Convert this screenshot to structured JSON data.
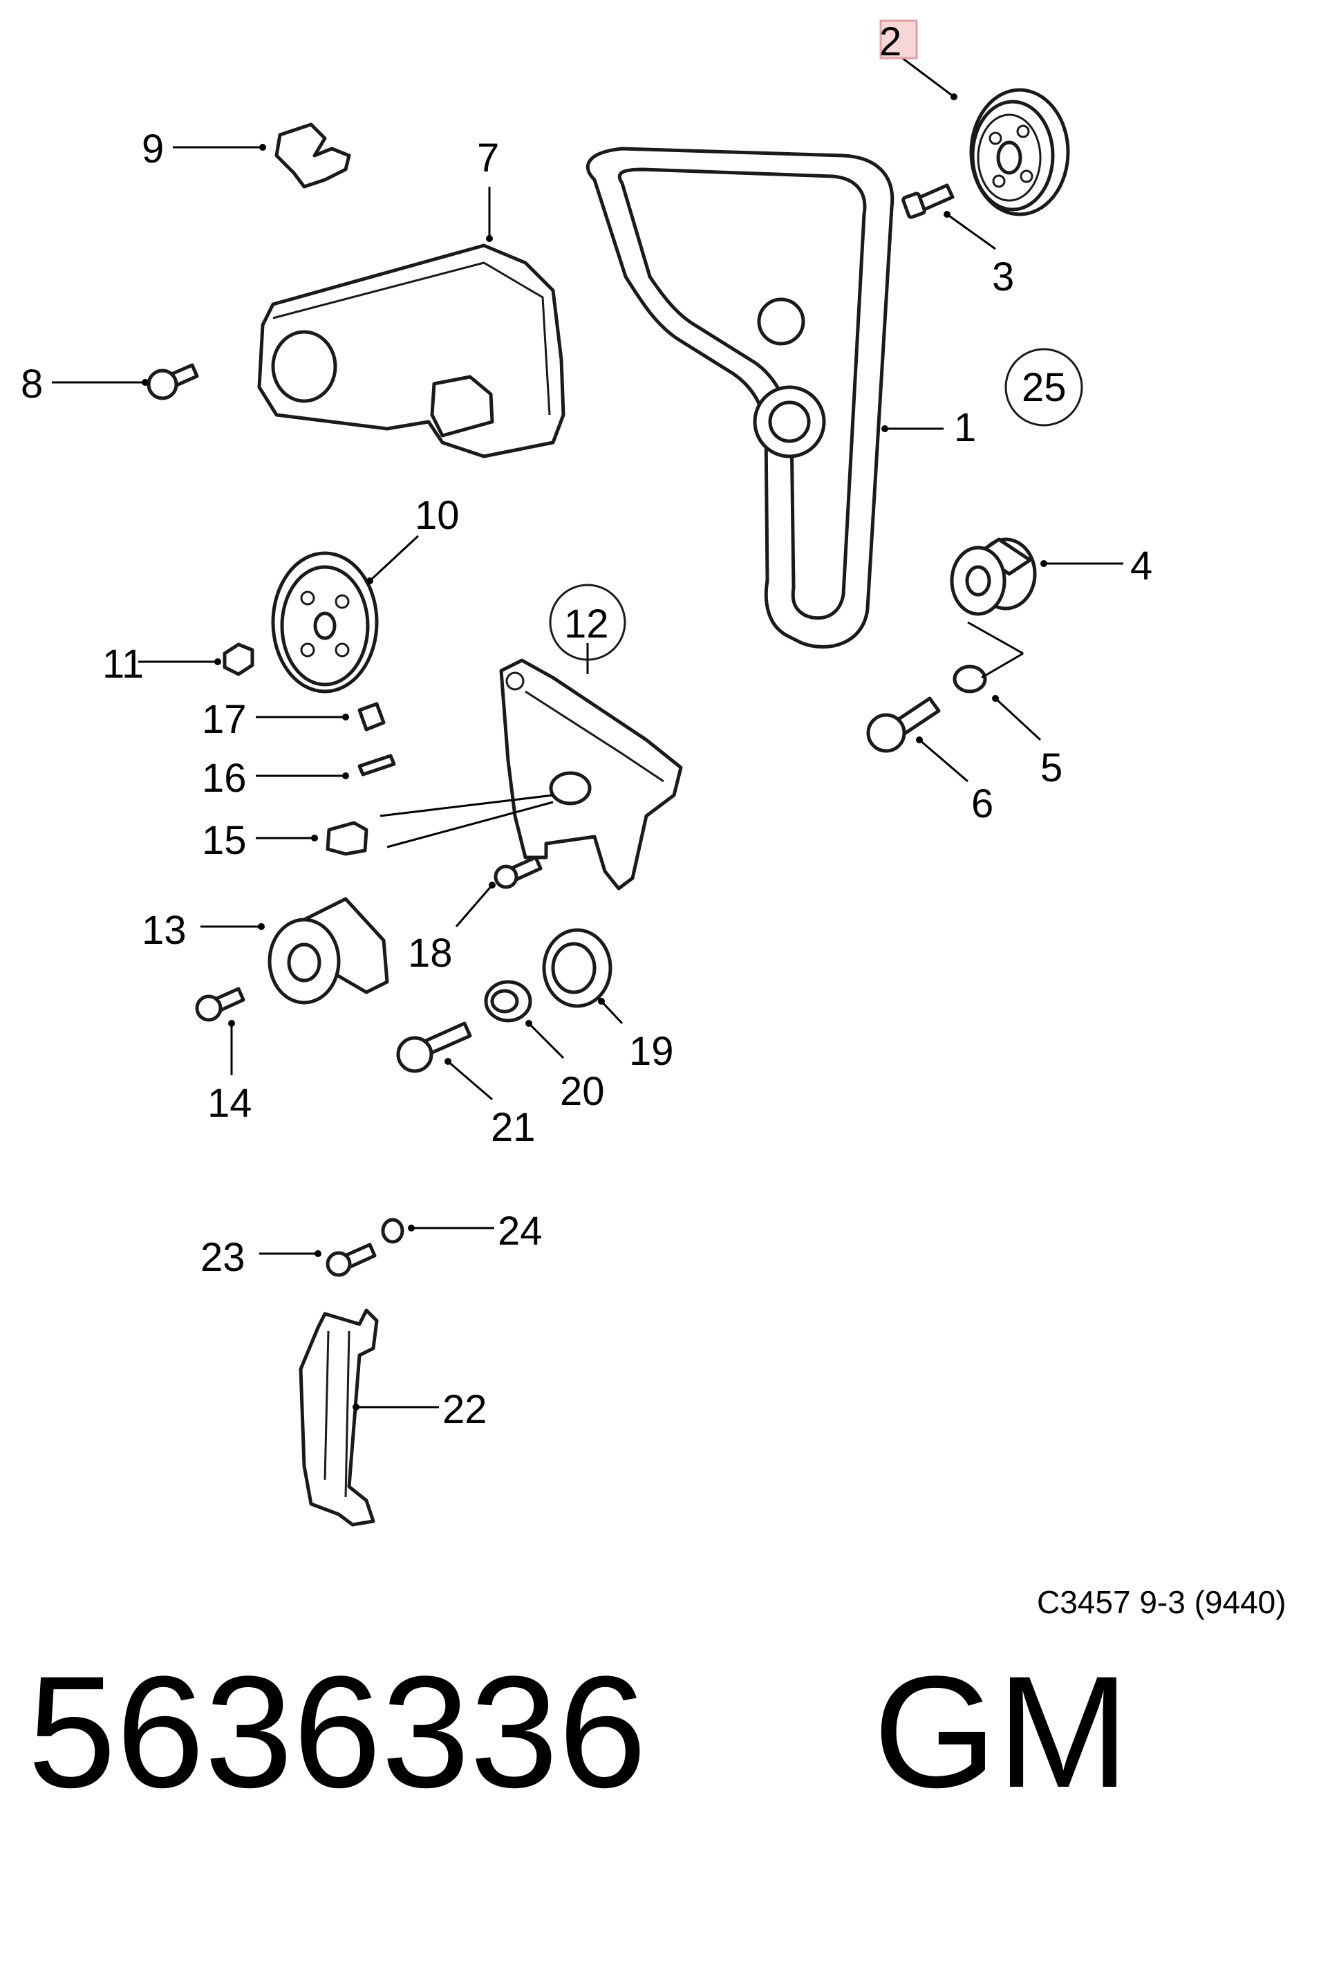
{
  "diagram": {
    "callouts": [
      "1",
      "2",
      "3",
      "4",
      "5",
      "6",
      "7",
      "8",
      "9",
      "10",
      "11",
      "12",
      "13",
      "14",
      "15",
      "16",
      "17",
      "18",
      "19",
      "20",
      "21",
      "22",
      "23",
      "24",
      "25"
    ],
    "highlight": {
      "callout": "2",
      "color": "#e8a0a0"
    },
    "reference_code": "C3457 9-3 (9440)"
  },
  "footer": {
    "part_number": "5636336",
    "brand": "GM"
  }
}
